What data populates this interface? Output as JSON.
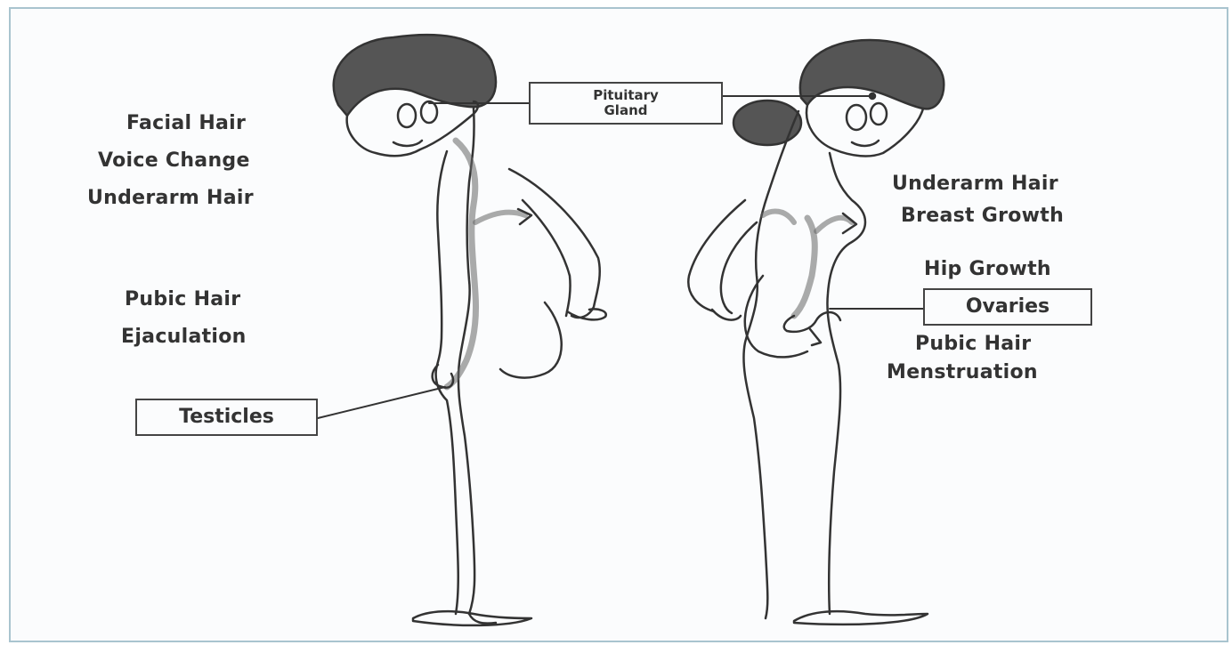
{
  "labels": {
    "pituitary": "Pituitary Gland",
    "testicles": "Testicles",
    "ovaries": "Ovaries"
  },
  "male_changes": [
    "Facial Hair",
    "Voice Change",
    "Underarm Hair",
    "Pubic Hair",
    "Ejaculation"
  ],
  "female_changes": [
    "Underarm Hair",
    "Breast Growth",
    "Hip Growth",
    "Pubic Hair",
    "Menstruation"
  ],
  "colors": {
    "border": "#a9c4cf",
    "ink": "#333333"
  }
}
